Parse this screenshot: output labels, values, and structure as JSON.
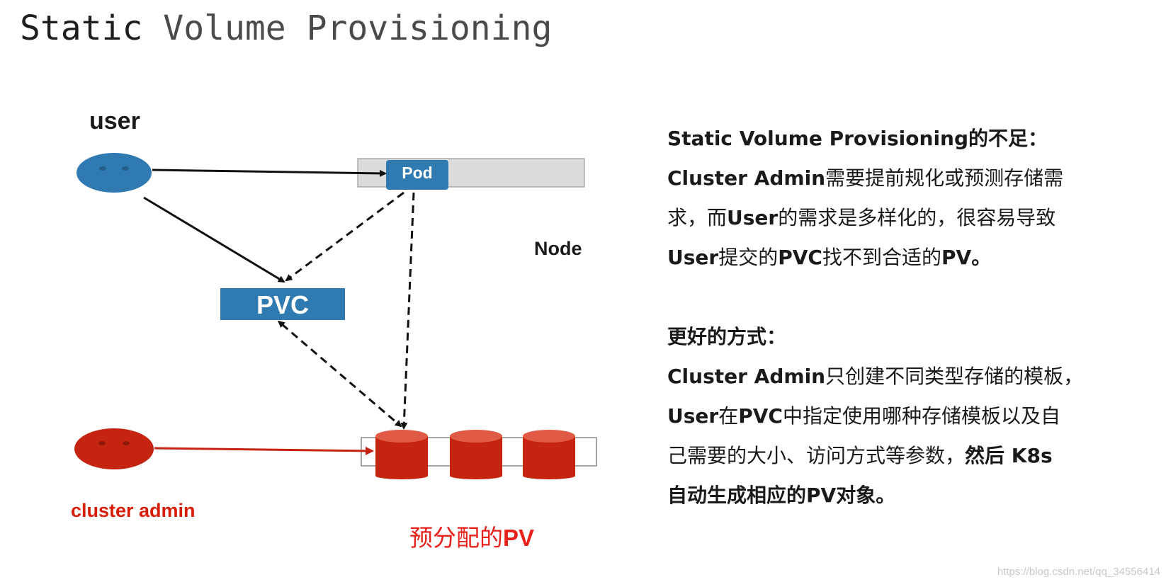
{
  "title": {
    "strong": "Static",
    "rest": " Volume Provisioning"
  },
  "diagram": {
    "user_label": "user",
    "pod_label": "Pod",
    "node_label": "Node",
    "pvc_label": "PVC",
    "admin_label": "cluster admin",
    "prepv_label_prefix": "预分配的",
    "prepv_label_suffix": "PV",
    "colors": {
      "blue": "#2f7ab1",
      "red": "#c42410",
      "red_light": "#e15a45",
      "node_gray": "#dcdcdc"
    }
  },
  "panel": {
    "heading1_a": "Static Volume Provisioning",
    "heading1_b": "的不足：",
    "p1_l1_a": "Cluster Admin",
    "p1_l1_b": "需要提前规化或预测存储需",
    "p1_l2_a": "求，而",
    "p1_l2_b": "User",
    "p1_l2_c": "的需求是多样化的，很容易导致",
    "p1_l3_a": "User",
    "p1_l3_b": "提交的",
    "p1_l3_c": "PVC",
    "p1_l3_d": "找不到合适的",
    "p1_l3_e": "PV",
    "p1_l3_f": "。",
    "heading2": "更好的方式：",
    "p2_l1_a": "Cluster Admin",
    "p2_l1_b": "只创建不同类型存储的模板，",
    "p2_l2_a": "User",
    "p2_l2_b": "在",
    "p2_l2_c": "PVC",
    "p2_l2_d": "中指定使用哪种存储模板以及自",
    "p2_l3_a": "己需要的大小、访问方式等参数，",
    "p2_l3_b": "然后 K8s",
    "p2_l4_a": "自动生成相应的",
    "p2_l4_b": "PV",
    "p2_l4_c": "对象。"
  },
  "watermark": "https://blog.csdn.net/qq_34556414"
}
